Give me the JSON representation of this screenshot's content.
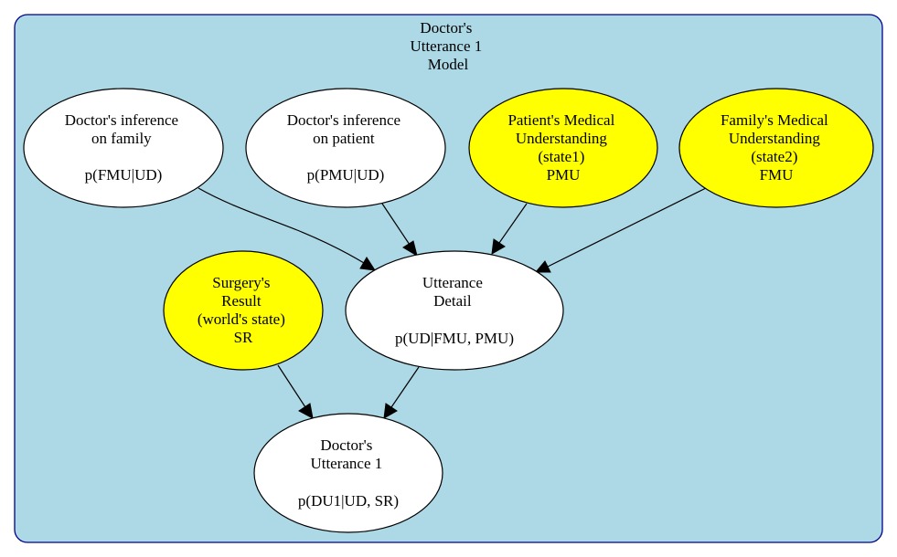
{
  "colors": {
    "cluster_fill": "#add8e6",
    "cluster_border": "#00008b",
    "observed_node": "#ffff00",
    "latent_node": "#ffffff"
  },
  "cluster": {
    "title": [
      "Doctor's",
      "Utterance 1",
      "Model"
    ]
  },
  "nodes": {
    "doc_inf_family": {
      "lines": [
        "Doctor's inference",
        "on family",
        "",
        "p(FMU|UD)"
      ]
    },
    "doc_inf_patient": {
      "lines": [
        "Doctor's inference",
        "on patient",
        "",
        "p(PMU|UD)"
      ]
    },
    "patient_mu": {
      "lines": [
        "Patient's Medical",
        "Understanding",
        "(state1)",
        "PMU"
      ]
    },
    "family_mu": {
      "lines": [
        "Family's Medical",
        "Understanding",
        "(state2)",
        "FMU"
      ]
    },
    "surgery": {
      "lines": [
        "Surgery's",
        "Result",
        "(world's state)",
        "SR"
      ]
    },
    "utterance_detail": {
      "lines": [
        "Utterance",
        "Detail",
        "",
        "p(UD|FMU, PMU)"
      ]
    },
    "doc_utt1": {
      "lines": [
        "Doctor's",
        "Utterance 1",
        "",
        "p(DU1|UD, SR)"
      ]
    }
  }
}
